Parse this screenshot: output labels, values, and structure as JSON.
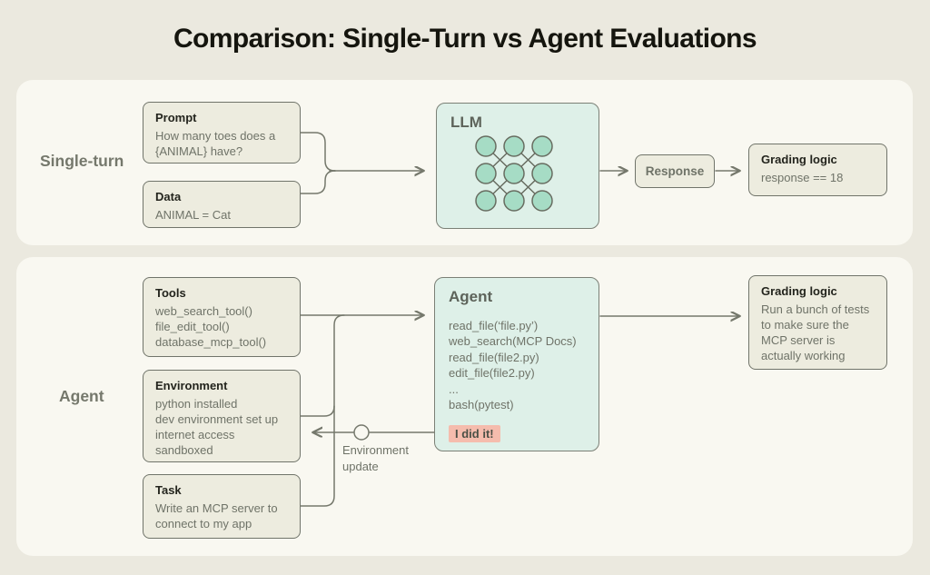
{
  "title": "Comparison: Single-Turn vs Agent Evaluations",
  "colors": {
    "page_bg": "#ebe9df",
    "panel_bg": "#f9f8f1",
    "box_bg": "#edecdf",
    "box_border": "#70746a",
    "mint_bg": "#def0e8",
    "mint_node_fill": "#a6dcc5",
    "wire": "#75786c",
    "text_dark": "#23241d",
    "text_gray": "#6f7368",
    "highlight_bg": "#f5bcad"
  },
  "single_turn_row": {
    "row_label": "Single-turn",
    "prompt_box": {
      "title": "Prompt",
      "body": "How many toes does a {ANIMAL} have?"
    },
    "data_box": {
      "title": "Data",
      "body": "ANIMAL = Cat"
    },
    "llm_box": {
      "title": "LLM"
    },
    "response_box": {
      "label": "Response"
    },
    "grading_box": {
      "title": "Grading logic",
      "body": "response == 18"
    }
  },
  "agent_row": {
    "row_label": "Agent",
    "tools_box": {
      "title": "Tools",
      "lines": [
        "web_search_tool()",
        "file_edit_tool()",
        "database_mcp_tool()"
      ]
    },
    "environment_box": {
      "title": "Environment",
      "lines": [
        "python installed",
        "dev environment set up",
        "internet access",
        "sandboxed"
      ]
    },
    "task_box": {
      "title": "Task",
      "body": "Write an MCP server to connect to my app"
    },
    "agent_box": {
      "title": "Agent",
      "lines": [
        "read_file(‘file.py’)",
        "web_search(MCP Docs)",
        "read_file(file2.py)",
        "edit_file(file2.py)",
        "...",
        "bash(pytest)"
      ],
      "status": "I did it!"
    },
    "environment_update": {
      "line1": "Environment",
      "line2": "update"
    },
    "grading_box": {
      "title": "Grading logic",
      "body": "Run a bunch of tests to make sure the MCP server is actually working"
    }
  }
}
